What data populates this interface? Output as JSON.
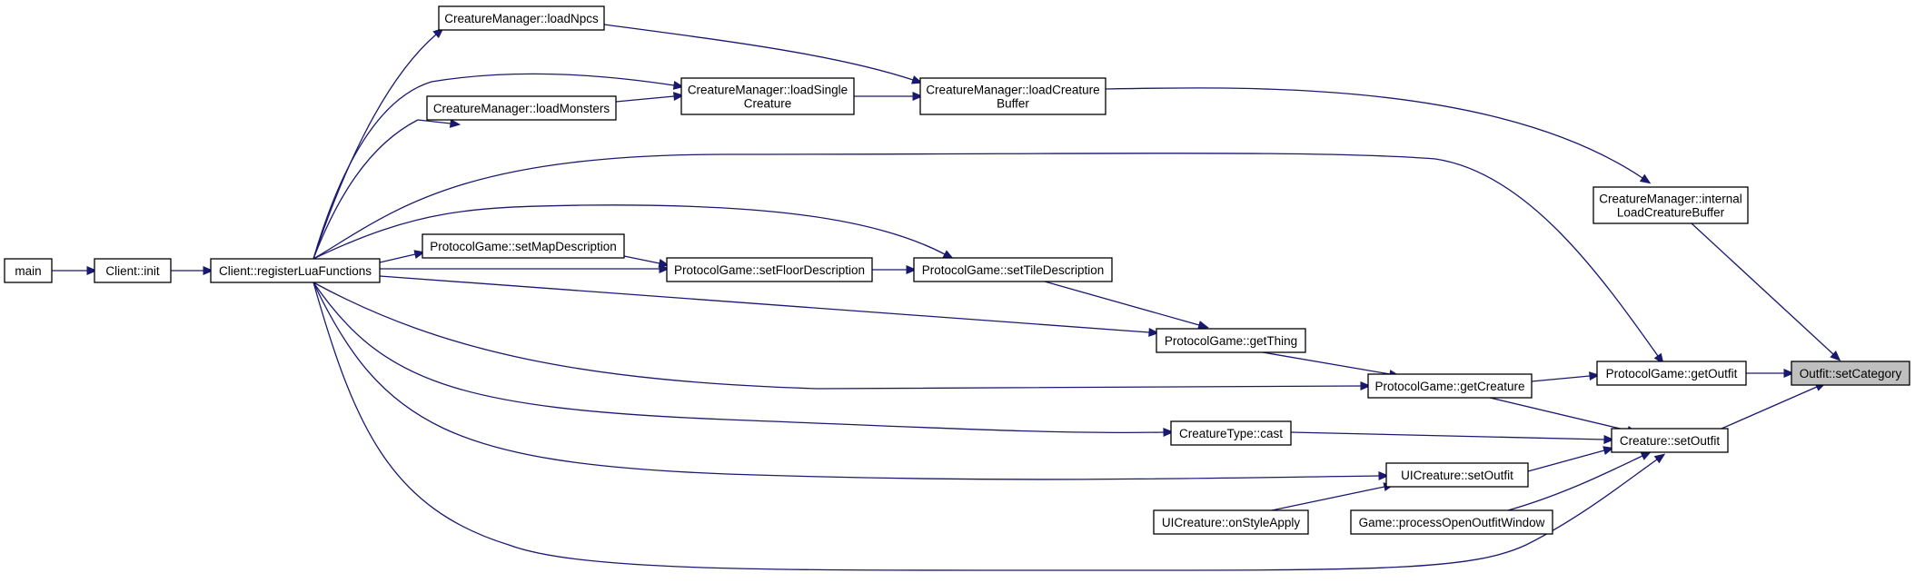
{
  "graph": {
    "nodes": {
      "main": [
        "main"
      ],
      "client_init": [
        "Client::init"
      ],
      "register_lua": [
        "Client::registerLuaFunctions"
      ],
      "load_npcs": [
        "CreatureManager::loadNpcs"
      ],
      "load_single": [
        "CreatureManager::loadSingle",
        "Creature"
      ],
      "load_monsters": [
        "CreatureManager::loadMonsters"
      ],
      "load_buffer": [
        "CreatureManager::loadCreature",
        "Buffer"
      ],
      "internal_load": [
        "CreatureManager::internal",
        "LoadCreatureBuffer"
      ],
      "set_map_desc": [
        "ProtocolGame::setMapDescription"
      ],
      "set_floor_desc": [
        "ProtocolGame::setFloorDescription"
      ],
      "set_tile_desc": [
        "ProtocolGame::setTileDescription"
      ],
      "get_thing": [
        "ProtocolGame::getThing"
      ],
      "get_creature": [
        "ProtocolGame::getCreature"
      ],
      "get_outfit": [
        "ProtocolGame::getOutfit"
      ],
      "set_category": [
        "Outfit::setCategory"
      ],
      "creature_set_outfit": [
        "Creature::setOutfit"
      ],
      "creature_type_cast": [
        "CreatureType::cast"
      ],
      "ui_set_outfit": [
        "UICreature::setOutfit"
      ],
      "ui_on_style": [
        "UICreature::onStyleApply"
      ],
      "game_process": [
        "Game::processOpenOutfitWindow"
      ]
    },
    "focus": "set_category",
    "edges": [
      [
        "main",
        "client_init"
      ],
      [
        "client_init",
        "register_lua"
      ],
      [
        "register_lua",
        "load_npcs"
      ],
      [
        "register_lua",
        "load_single"
      ],
      [
        "register_lua",
        "load_monsters"
      ],
      [
        "register_lua",
        "set_map_desc"
      ],
      [
        "register_lua",
        "set_floor_desc"
      ],
      [
        "register_lua",
        "set_tile_desc"
      ],
      [
        "register_lua",
        "get_thing"
      ],
      [
        "register_lua",
        "get_creature"
      ],
      [
        "register_lua",
        "get_outfit"
      ],
      [
        "register_lua",
        "creature_type_cast"
      ],
      [
        "register_lua",
        "ui_set_outfit"
      ],
      [
        "register_lua",
        "creature_set_outfit"
      ],
      [
        "load_npcs",
        "load_buffer"
      ],
      [
        "load_monsters",
        "load_single"
      ],
      [
        "load_single",
        "load_buffer"
      ],
      [
        "load_buffer",
        "internal_load"
      ],
      [
        "internal_load",
        "set_category"
      ],
      [
        "set_map_desc",
        "set_floor_desc"
      ],
      [
        "set_floor_desc",
        "set_tile_desc"
      ],
      [
        "set_tile_desc",
        "get_thing"
      ],
      [
        "get_thing",
        "get_creature"
      ],
      [
        "get_creature",
        "get_outfit"
      ],
      [
        "get_creature",
        "creature_set_outfit"
      ],
      [
        "get_outfit",
        "set_category"
      ],
      [
        "creature_set_outfit",
        "set_category"
      ],
      [
        "creature_type_cast",
        "creature_set_outfit"
      ],
      [
        "ui_set_outfit",
        "creature_set_outfit"
      ],
      [
        "ui_on_style",
        "ui_set_outfit"
      ],
      [
        "game_process",
        "creature_set_outfit"
      ]
    ]
  }
}
